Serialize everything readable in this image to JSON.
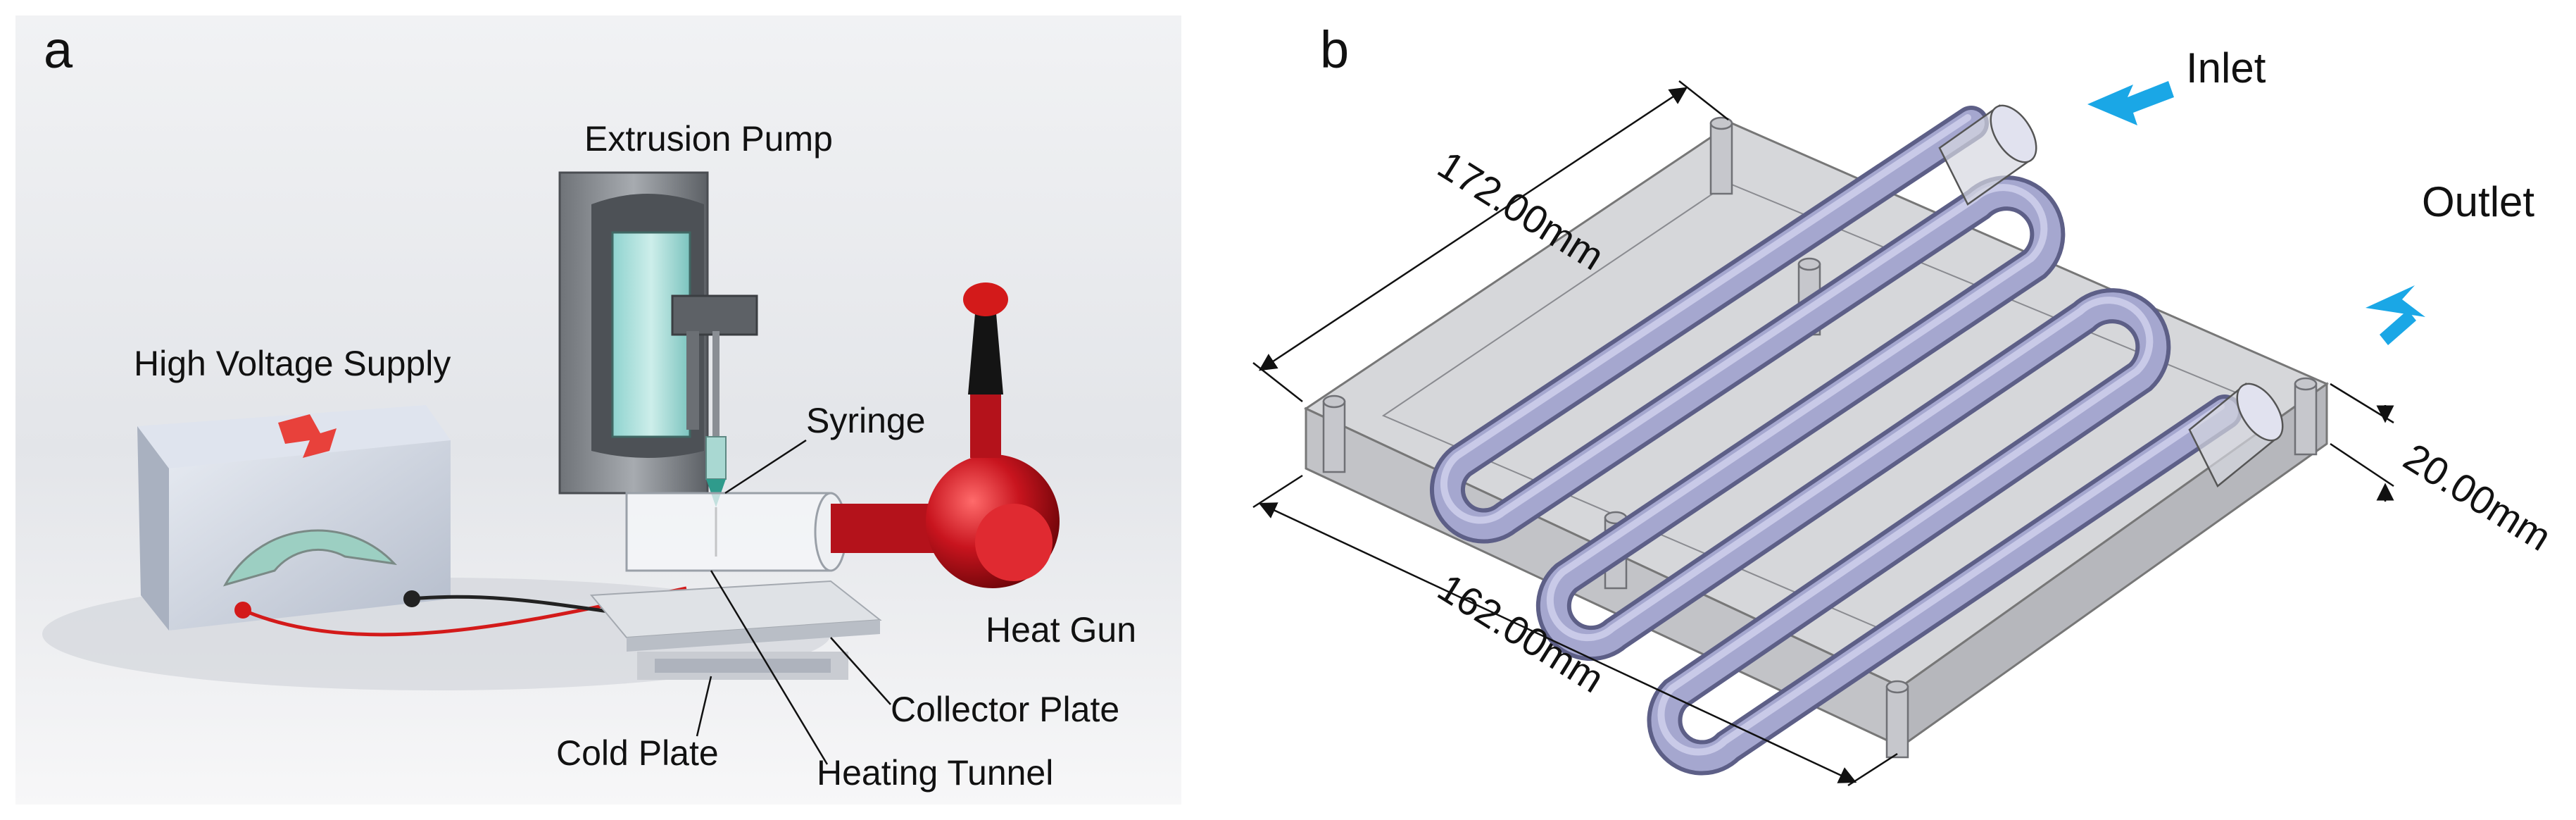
{
  "panel_a": {
    "letter": "a",
    "labels": {
      "extrusion_pump": "Extrusion Pump",
      "high_voltage_supply": "High Voltage Supply",
      "syringe": "Syringe",
      "heat_gun": "Heat Gun",
      "collector_plate": "Collector Plate",
      "cold_plate": "Cold Plate",
      "heating_tunnel": "Heating Tunnel"
    }
  },
  "panel_b": {
    "letter": "b",
    "labels": {
      "inlet": "Inlet",
      "outlet": "Outlet"
    },
    "dimensions": {
      "length": "172.00mm",
      "width": "162.00mm",
      "thickness": "20.00mm"
    }
  },
  "colors": {
    "accent_arrow": "#1aa7e6",
    "heat_gun_red": "#c8141e",
    "tube_fill": "#9ea0c8",
    "block_fill": "#cfd0d3"
  }
}
